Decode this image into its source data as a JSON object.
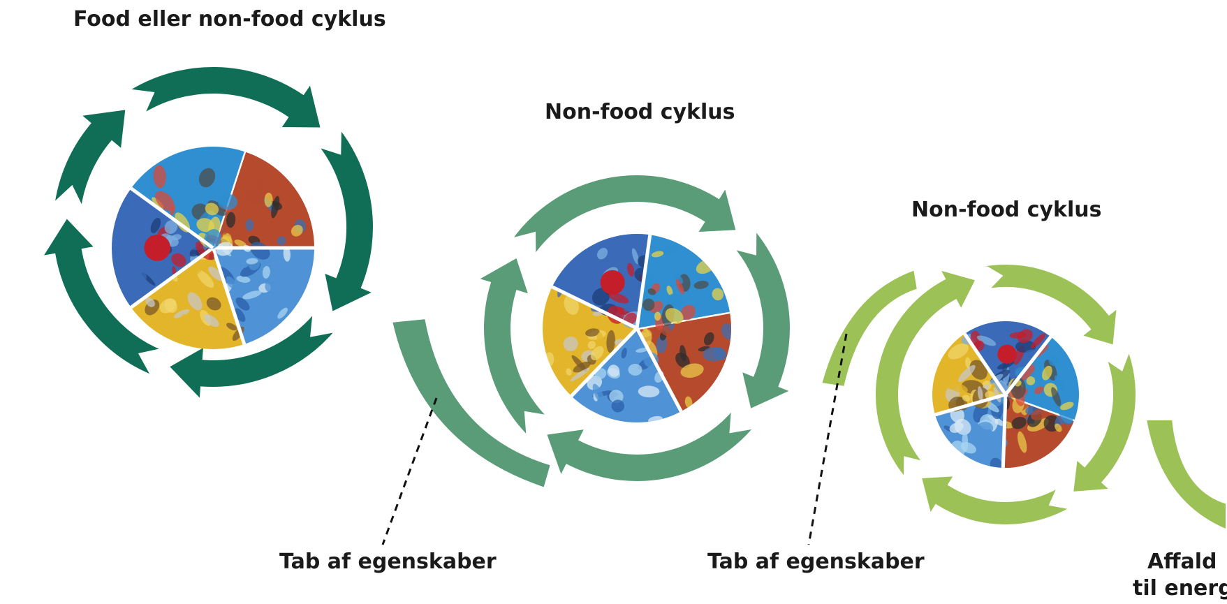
{
  "title_cycle_1": "Food eller non-food cyklus",
  "title_cycle_2": "Non-food cyklus",
  "title_cycle_3": "Non-food cyklus",
  "loss_label_1": "Tab af egenskaber",
  "loss_label_2": "Tab af egenskaber",
  "waste_label_line1": "Affald",
  "waste_label_line2": "til energi",
  "colors": {
    "cycle_1": "#0f6e55",
    "cycle_2": "#5a9c78",
    "cycle_3": "#9cc157",
    "loss_line": "#111111"
  },
  "photo_wedges": [
    {
      "theme": "mixed-waste",
      "colors": [
        "#b54a2d",
        "#e8c84a",
        "#3f6fb0",
        "#2e2e2e"
      ]
    },
    {
      "theme": "blue-plastic",
      "colors": [
        "#4f93d6",
        "#a8d4f2",
        "#2a5fa8",
        "#d9e9f5"
      ]
    },
    {
      "theme": "yellow-granulate",
      "colors": [
        "#e3b52a",
        "#f0d66a",
        "#7a5a2a",
        "#c7c7c7"
      ]
    },
    {
      "theme": "bottles-red-cap",
      "colors": [
        "#3b6bb8",
        "#c41e2a",
        "#7fb0e0",
        "#1e3e78"
      ]
    },
    {
      "theme": "color-sorting",
      "colors": [
        "#2f8fd0",
        "#e8d24a",
        "#d94a3a",
        "#4e4e4e"
      ]
    }
  ]
}
